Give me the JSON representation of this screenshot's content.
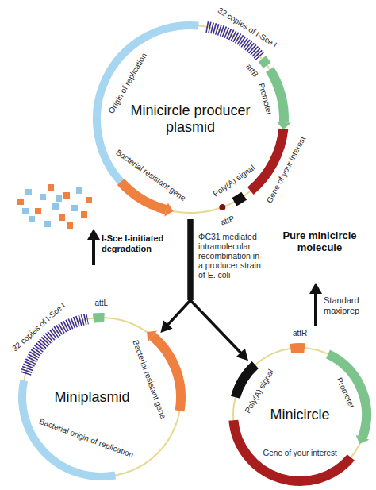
{
  "diagram": {
    "nodes": [
      {
        "text": [
          "Minicircle producer plasmid"
        ]
      },
      {
        "text": [
          "Miniplasmid"
        ]
      },
      {
        "text": [
          "Minicircle"
        ]
      }
    ],
    "edges": [
      {
        "from": 0,
        "to": 1,
        "arrow": "to"
      },
      {
        "from": 0,
        "to": 2,
        "arrow": "to"
      }
    ],
    "labels": [
      "32 copies of I-Sce I",
      "attB",
      "Promoter",
      "Gene of your interest",
      "Poly(A) signal",
      "attP",
      "Bacterial resistant gene",
      "Origin of replication",
      "ΦC31 mediated intramolecular recombination in a producer strain of E. coli",
      "I-Sce I-initiated degradation",
      "32 copies of I-Sce I",
      "attL",
      "Bacterial resistant gene",
      "Bacterial origin of replication",
      "Pure minicircle molecule",
      "Standard maxiprep",
      "attR",
      "Promoter",
      "Poly(A) signal",
      "Gene of your interest"
    ]
  }
}
